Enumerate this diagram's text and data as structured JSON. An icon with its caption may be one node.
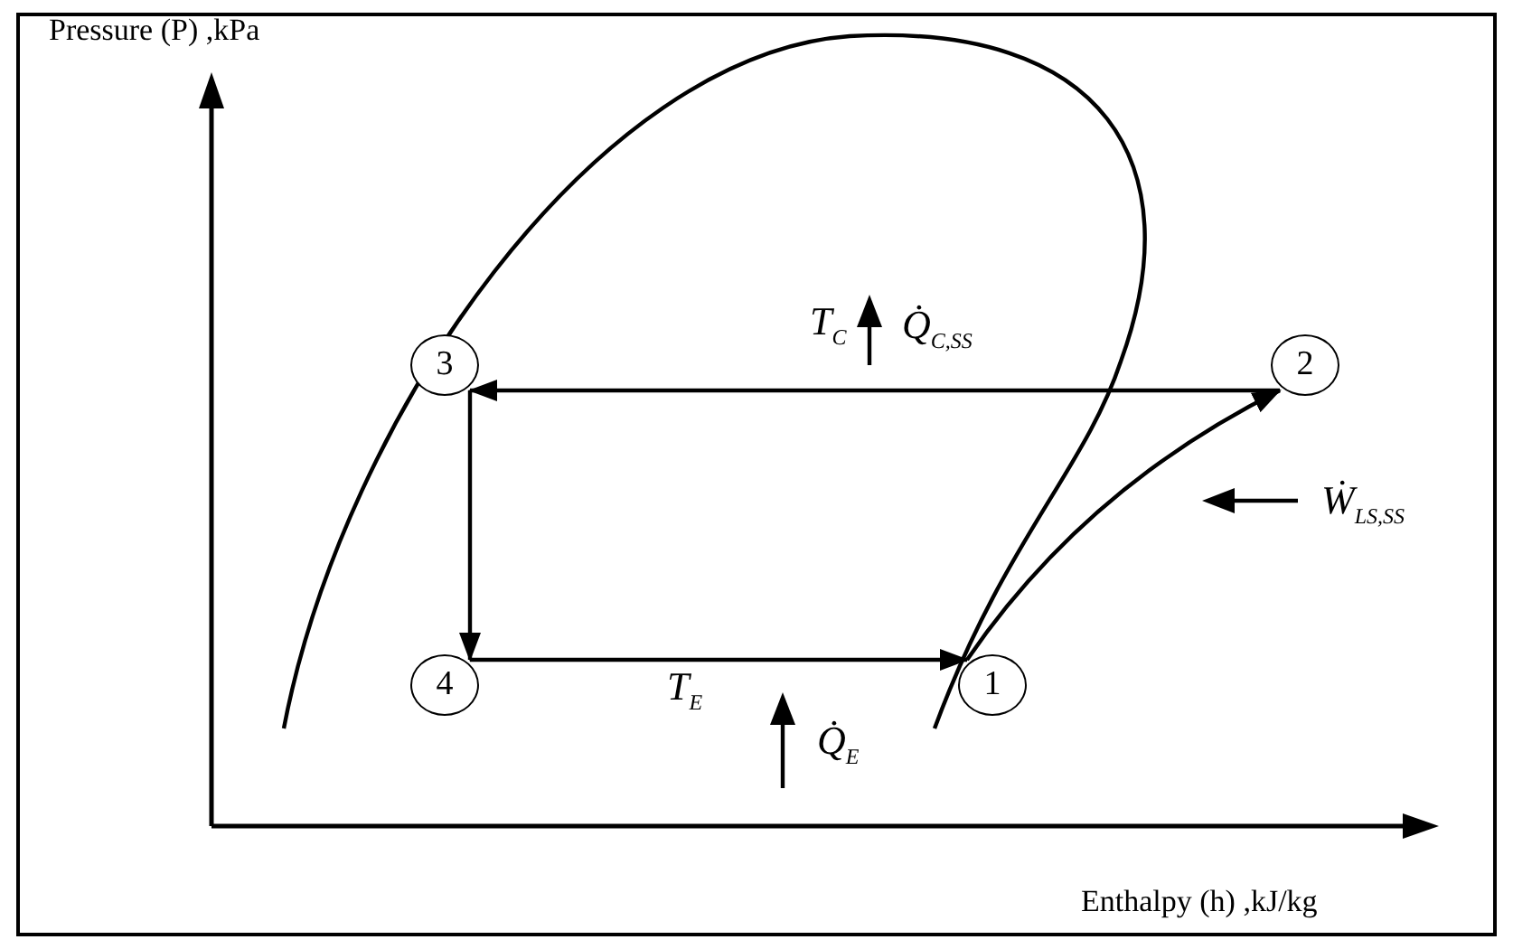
{
  "diagram": {
    "nodes": [
      {
        "text": [
          "3"
        ]
      },
      {
        "text": [
          "2"
        ]
      },
      {
        "text": [
          "4"
        ]
      },
      {
        "text": [
          "1"
        ]
      }
    ],
    "edges": [
      {
        "from": 3,
        "to": 1,
        "arrow": "to"
      },
      {
        "from": 1,
        "to": 0,
        "arrow": "to",
        "label": "T$_{C}$"
      },
      {
        "from": 0,
        "to": 2,
        "arrow": "to"
      },
      {
        "from": 2,
        "to": 3,
        "arrow": "to",
        "label": "T$_{E}$"
      }
    ],
    "labels": [
      "Pressure (P) ,kPa",
      "Q̇$_{C,SS}$",
      "Ẇ$_{LS,SS}$",
      "Q̇$_{E}$",
      "Enthalpy (h) ,kJ/kg"
    ]
  }
}
